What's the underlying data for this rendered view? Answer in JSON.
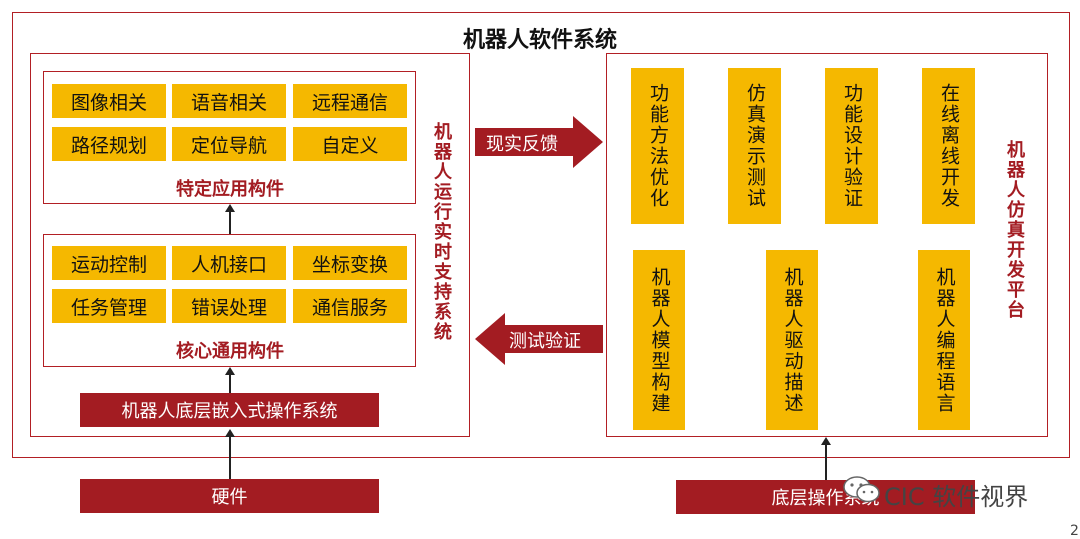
{
  "title": "机器人软件系统",
  "runtime": {
    "label": "机器人运行实时支持系统",
    "specific": {
      "tiles": [
        "图像相关",
        "语音相关",
        "远程通信",
        "路径规划",
        "定位导航",
        "自定义"
      ],
      "label": "特定应用构件"
    },
    "core": {
      "tiles": [
        "运动控制",
        "人机接口",
        "坐标变换",
        "任务管理",
        "错误处理",
        "通信服务"
      ],
      "label": "核心通用构件"
    },
    "embedded_os": "机器人底层嵌入式操作系统"
  },
  "sim": {
    "label": "机器人仿真开发平台",
    "top_tiles": [
      "功能方法优化",
      "仿真演示测试",
      "功能设计验证",
      "在线离线开发"
    ],
    "bottom_tiles": [
      "机器人模型构建",
      "机器人驱动描述",
      "机器人编程语言"
    ]
  },
  "arrows": {
    "feedback": "现实反馈",
    "test": "测试验证"
  },
  "bottom": {
    "hardware": "硬件",
    "os": "底层操作系统"
  },
  "watermark": "CIC 软件视界",
  "page_number": "2",
  "colors": {
    "accent": "#a31c22",
    "tile": "#f5b800"
  }
}
